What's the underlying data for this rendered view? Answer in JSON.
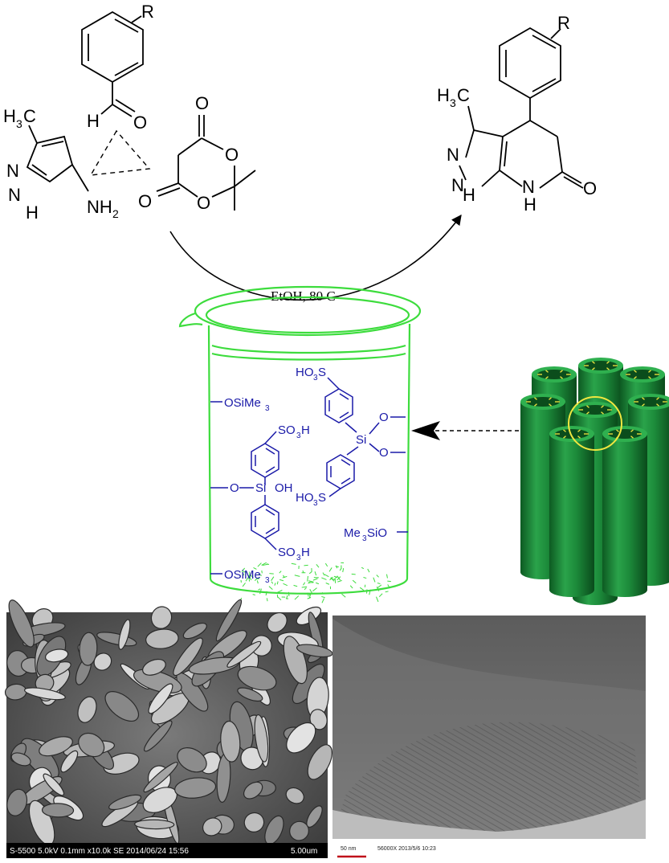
{
  "reactants": {
    "benzaldehyde_substituent": "R",
    "benzaldehyde_h": "H",
    "benzaldehyde_o": "O",
    "pyrazole_methyl": "H",
    "pyrazole_methyl_3": "3",
    "pyrazole_methyl_c": "C",
    "pyrazole_n": "N",
    "pyrazole_nh_n": "N",
    "pyrazole_nh_h": "H",
    "pyrazole_amine": "NH",
    "pyrazole_amine_2": "2",
    "meldrum_o_top": "O",
    "meldrum_o_ring1": "O",
    "meldrum_o_ring2": "O",
    "meldrum_o_left": "O"
  },
  "product": {
    "substituent": "R",
    "methyl": "H",
    "methyl_3": "3",
    "methyl_c": "C",
    "n1": "N",
    "nh1_n": "N",
    "nh1_h": "H",
    "nh2_n": "N",
    "nh2_h": "H",
    "carbonyl_o": "O"
  },
  "conditions": "EtOH, 80 C",
  "beaker_groups": {
    "osime3_top": "OSiMe",
    "osime3_top_sub": "3",
    "osime3_bottom": "OSiMe",
    "osime3_bottom_sub": "3",
    "me3sio": "Me",
    "me3sio_sub": "3",
    "me3sio_rest": "SiO",
    "so3h_a": "SO",
    "so3h_a_sub": "3",
    "so3h_a_h": "H",
    "so3h_b": "SO",
    "so3h_b_sub": "3",
    "so3h_b_h": "H",
    "ho3s_a": "HO",
    "ho3s_a_sub": "3",
    "ho3s_a_s": "S",
    "ho3s_b": "HO",
    "ho3s_b_sub": "3",
    "ho3s_b_s": "S",
    "si_left": "Si",
    "oh_left": "OH",
    "o_left": "O",
    "si_right": "Si",
    "o_right1": "O",
    "o_right2": "O"
  },
  "micrographs": {
    "sem_caption": "S-5500 5.0kV 0.1mm x10.0k SE 2014/06/24 15:56",
    "sem_scale": "5.00um",
    "tem_scale": "50 nm",
    "tem_caption": "56000X 2013/5/6 10:23"
  },
  "colors": {
    "beaker": "#3ddc3d",
    "chem_blue": "#1a1aa8",
    "cylinder": "#1f8f3a",
    "pore_highlight": "#f0e640"
  }
}
